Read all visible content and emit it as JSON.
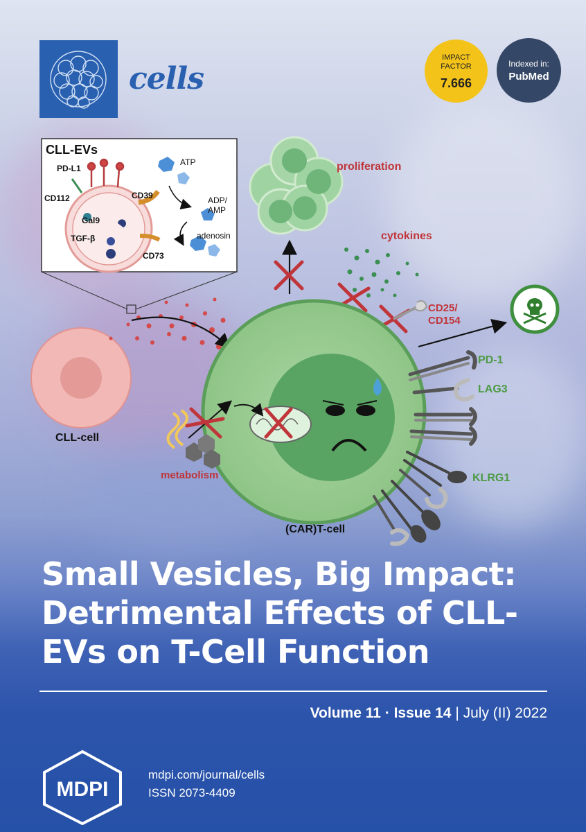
{
  "journal": {
    "name": "cells",
    "badge_if_label_1": "IMPACT",
    "badge_if_label_2": "FACTOR",
    "impact_factor": "7.666",
    "badge_index_label": "Indexed in:",
    "badge_index_value": "PubMed"
  },
  "figure": {
    "inset_title": "CLL-EVs",
    "inset_labels": {
      "pdl1": "PD-L1",
      "cd112": "CD112",
      "cd39": "CD39",
      "gal9": "Gal9",
      "tgfb": "TGF-β",
      "cd73": "CD73",
      "atp": "ATP",
      "adp": "ADP/",
      "amp": "AMP",
      "adenosin": "adenosin"
    },
    "labels": {
      "proliferation": "proliferation",
      "cytokines": "cytokines",
      "cd25": "CD25/",
      "cd154": "CD154",
      "pd1": "PD-1",
      "lag3": "LAG3",
      "klrg1": "KLRG1",
      "metabolism": "metabolism",
      "cll_cell": "CLL-cell",
      "car_t_cell": "(CAR)T-cell"
    }
  },
  "title": {
    "line1": "Small Vesicles, Big Impact:",
    "line2": "Detrimental Effects of CLL-",
    "line3": "EVs  on T-Cell Function"
  },
  "issue": {
    "volume": "Volume 11",
    "separator": " · ",
    "number": "Issue 14",
    "date": " | July (II) 2022"
  },
  "publisher": {
    "name": "MDPI",
    "url": "mdpi.com/journal/cells",
    "issn": "ISSN 2073-4409"
  },
  "colors": {
    "brand_blue": "#2a60b0",
    "impact_yellow": "#f3c31a",
    "pubmed_navy": "#354766",
    "red_label": "#c0353a",
    "green_label": "#4d9a45"
  }
}
